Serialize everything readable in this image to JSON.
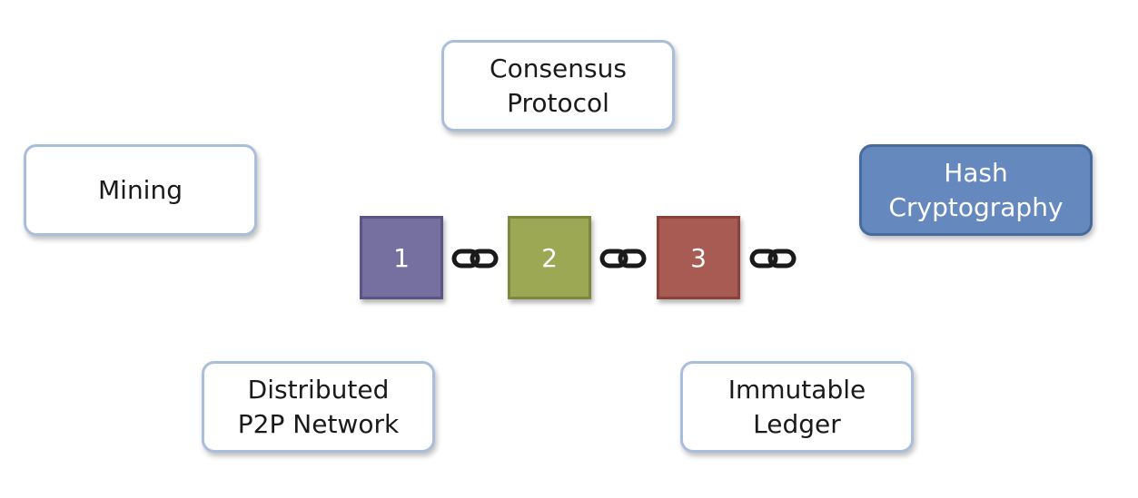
{
  "concepts": {
    "consensus": {
      "line1": "Consensus",
      "line2": "Protocol"
    },
    "mining": {
      "line1": "Mining"
    },
    "hash": {
      "line1": "Hash",
      "line2": "Cryptography"
    },
    "distributed": {
      "line1": "Distributed",
      "line2": "P2P Network"
    },
    "immutable": {
      "line1": "Immutable",
      "line2": "Ledger"
    }
  },
  "blocks": [
    {
      "label": "1",
      "fill": "#7670a0",
      "border": "#5a5585"
    },
    {
      "label": "2",
      "fill": "#9da854",
      "border": "#7d883d"
    },
    {
      "label": "3",
      "fill": "#a75b52",
      "border": "#894139"
    }
  ],
  "colors": {
    "box_border": "#a9bedb",
    "highlight_fill": "#6589bf",
    "link_icon": "#1a1a1a"
  },
  "icons": [
    "chain-link-icon",
    "chain-link-icon",
    "chain-link-icon"
  ]
}
